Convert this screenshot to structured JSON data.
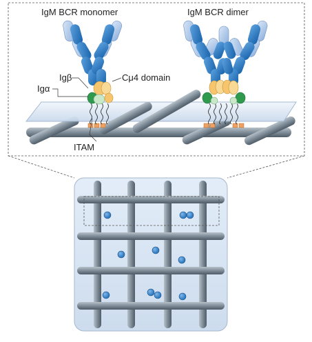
{
  "labels": {
    "monomer": "IgM BCR monomer",
    "dimer": "IgM BCR dimer",
    "ig_beta": "Igβ",
    "ig_alpha": "Igα",
    "cmu4": "Cμ4 domain",
    "itam": "ITAM"
  },
  "colors": {
    "heavy_chain": "#1f77c4",
    "light_chain": "#a9c6ea",
    "cmu4": "#f6c56d",
    "ig_alpha_beta": "#2f9a4e",
    "membrane": "#dde8f5",
    "cytoskeleton": "#7f8d99",
    "itam": "#f0a060",
    "bcr_dot": "#3b82c9"
  }
}
